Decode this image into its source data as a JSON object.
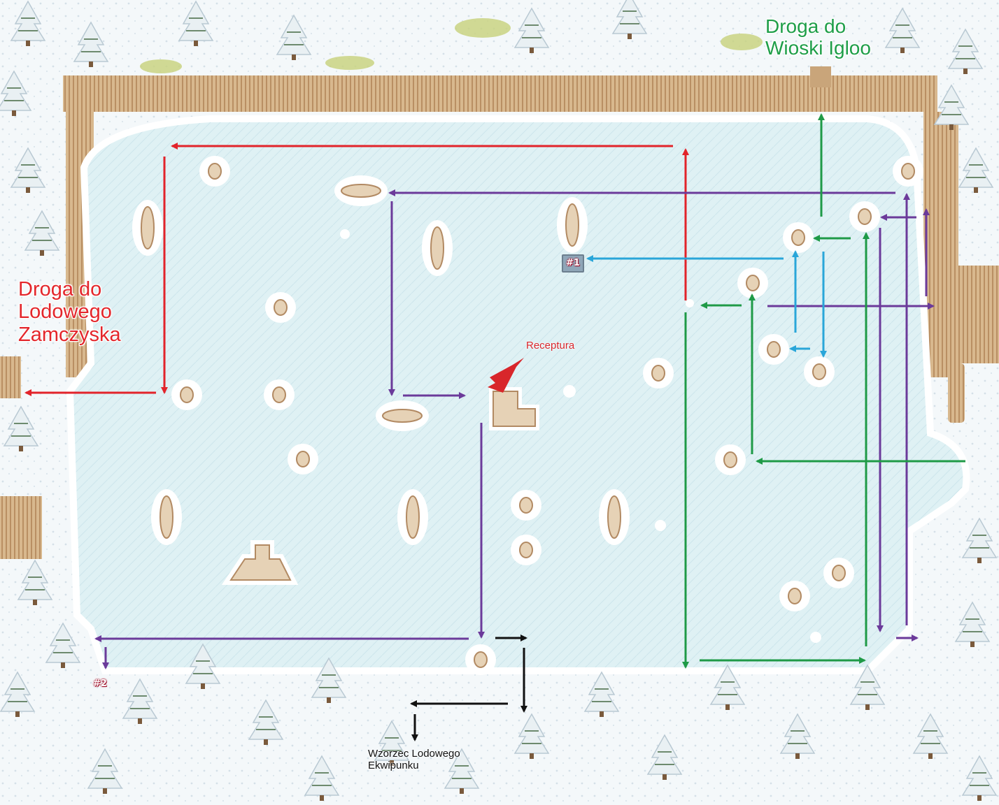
{
  "map": {
    "labels": {
      "lodowe_zamczysko": "Droga do\nLodowego\nZamczyska",
      "wioska_igloo": "Droga do\nWioski Igloo",
      "receptura": "Receptura",
      "wzorzec": "Wzorzec Lodowego\nEkwipunku"
    },
    "markers": {
      "m1": "#1",
      "m2": "#2"
    },
    "route_colors": {
      "red": "#e2232a",
      "purple": "#6b3a9a",
      "green": "#1f9a47",
      "blue": "#2aa6d9",
      "black": "#111111"
    }
  }
}
